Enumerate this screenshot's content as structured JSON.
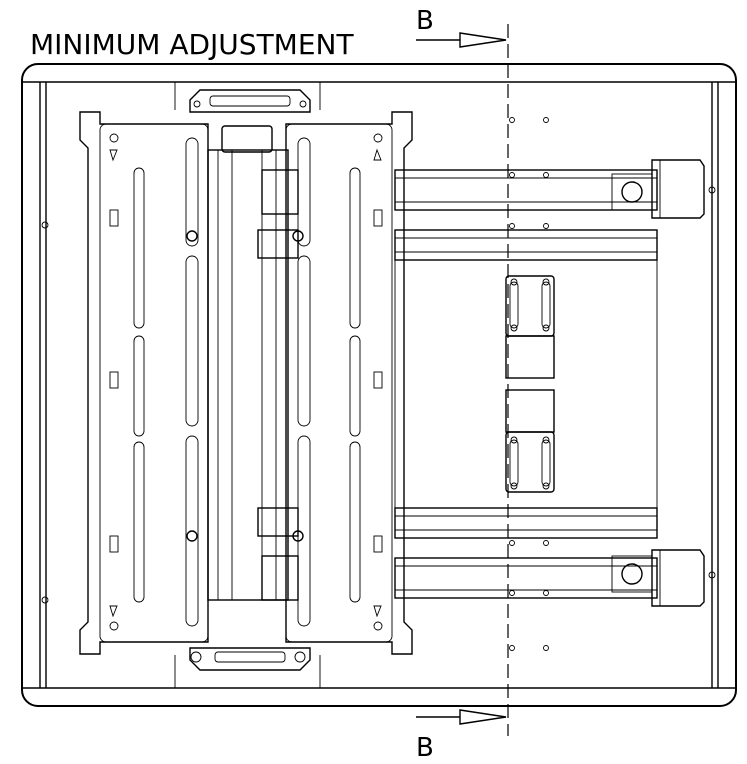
{
  "diagram": {
    "title": "MINIMUM ADJUSTMENT",
    "section_label_top": "B",
    "section_label_bottom": "B"
  }
}
